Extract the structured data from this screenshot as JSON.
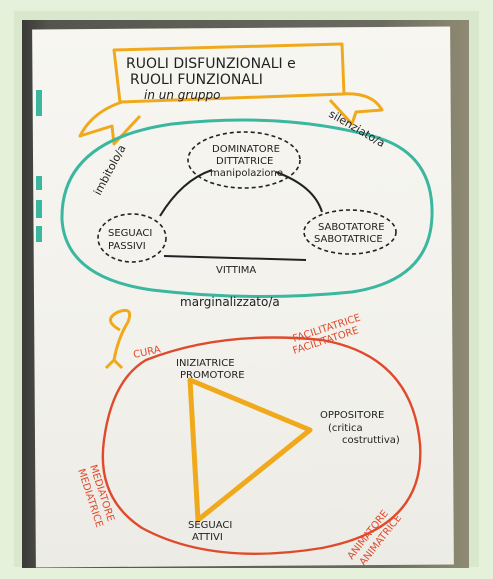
{
  "poster": {
    "title_line1": "RUOLI DISFUNZIONALI e",
    "title_line2": "RUOLI FUNZIONALI",
    "title_line3": "in un gruppo"
  },
  "dysfunctional": {
    "outer_left": "imbitolo/a",
    "outer_right": "silenziato/a",
    "outer_bottom": "marginalizzato/a",
    "top_role_1": "DOMINATORE",
    "top_role_2": "DITTATRICE",
    "top_role_3": "manipolazione",
    "left_role_1": "SEGUACI",
    "left_role_2": "PASSIVI",
    "right_role_1": "SABOTATORE",
    "right_role_2": "SABOTATRICE",
    "bottom_label": "VITTIMA"
  },
  "functional": {
    "cura": "CURA",
    "facilitator_1": "FACILITATRICE",
    "facilitator_2": "FACILITATORE",
    "initiator_1": "INIZIATRICE",
    "initiator_2": "PROMOTORE",
    "opponent_1": "OPPOSITORE",
    "opponent_2": "(critica",
    "opponent_3": "costruttiva)",
    "followers_1": "SEGUACI",
    "followers_2": "ATTIVI",
    "mediator_1": "MEDIATORE",
    "mediator_2": "MEDIATRICE",
    "animator_1": "ANIMATORE",
    "animator_2": "ANIMATRICE"
  },
  "colors": {
    "teal": "#3bb7a0",
    "orange": "#f1a91c",
    "red": "#e04a2c",
    "ink": "#222222"
  }
}
